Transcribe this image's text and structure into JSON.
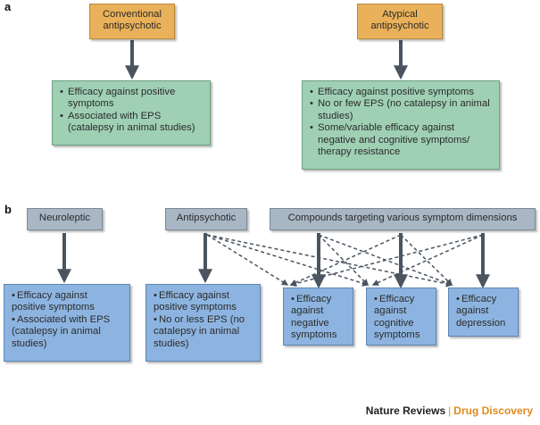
{
  "panel_a": {
    "label": "a",
    "conventional_title": "Conventional antipsychotic",
    "atypical_title": "Atypical antipsychotic",
    "conventional_points": [
      "Efficacy against positive symptoms",
      "Associated with EPS (catalepsy in animal studies)"
    ],
    "atypical_points": [
      "Efficacy against positive symptoms",
      "No or few EPS (no catalepsy in animal studies)",
      "Some/variable efficacy against negative and cognitive symptoms/ therapy resistance"
    ]
  },
  "panel_b": {
    "label": "b",
    "neuroleptic_title": "Neuroleptic",
    "antipsychotic_title": "Antipsychotic",
    "compounds_title": "Compounds targeting various symptom dimensions",
    "neuroleptic_points": [
      "Efficacy against positive symptoms",
      "Associated with EPS (catalepsy in animal studies)"
    ],
    "antipsychotic_points": [
      "Efficacy against positive symptoms",
      "No or less EPS (no catalepsy in animal studies)"
    ],
    "negative_points": [
      "Efficacy against negative symptoms"
    ],
    "cognitive_points": [
      "Efficacy against cognitive symptoms"
    ],
    "depression_points": [
      "Efficacy against depression"
    ]
  },
  "footer": {
    "journal": "Nature Reviews",
    "separator": "|",
    "subtitle": "Drug Discovery"
  },
  "colors": {
    "orange": "#e9b15a",
    "green": "#9fd0b4",
    "grey": "#a9b6c4",
    "blue": "#8db4e0",
    "arrow": "#4a5560",
    "accent": "#e08a1e"
  }
}
